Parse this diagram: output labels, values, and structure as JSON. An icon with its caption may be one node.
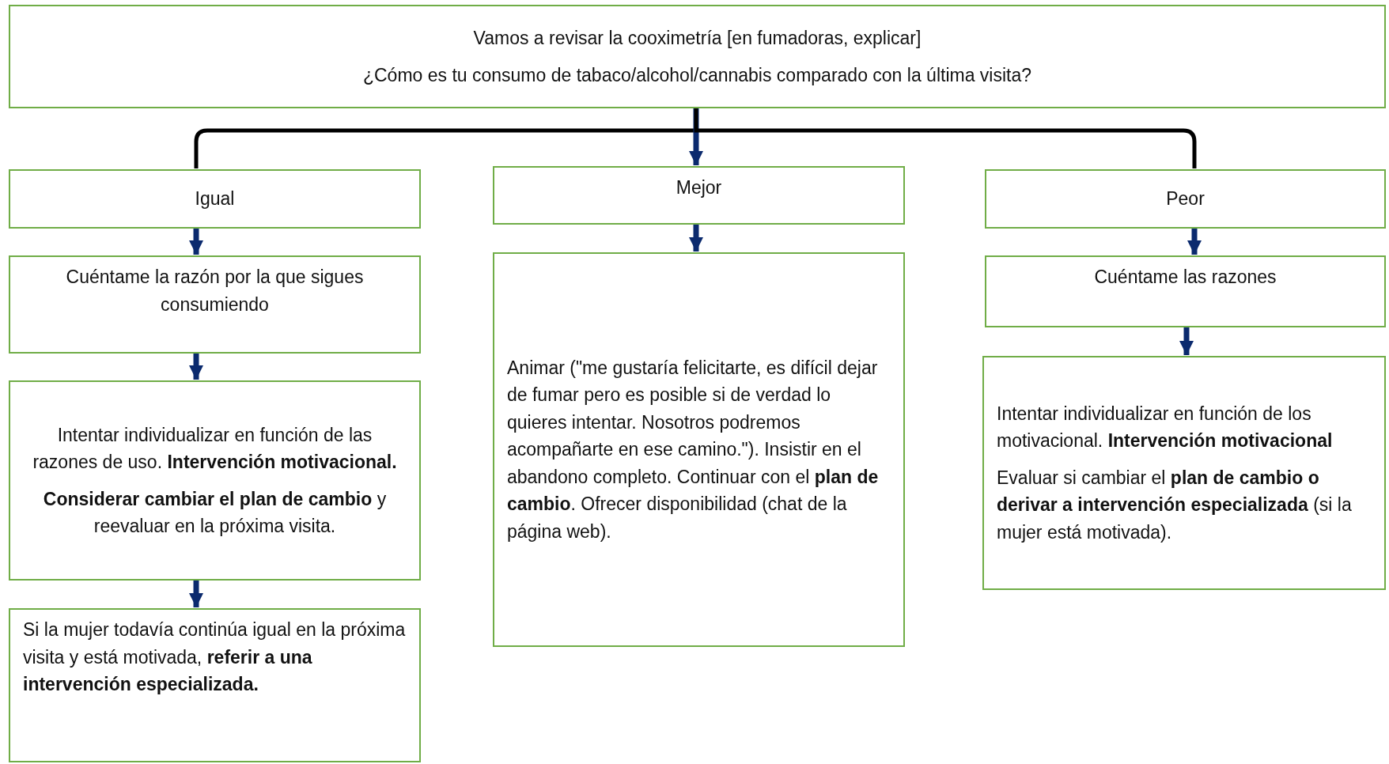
{
  "diagram": {
    "nodes": [
      {
        "text": [
          "Vamos a revisar la cooximetría [en fumadoras, explicar]",
          "¿Cómo es tu consumo de tabaco/alcohol/cannabis comparado con la última visita?"
        ]
      },
      {
        "text": [
          "Igual"
        ]
      },
      {
        "text": [
          "Mejor"
        ]
      },
      {
        "text": [
          "Peor"
        ]
      },
      {
        "text": [
          "Cuéntame la razón por la que sigues consumiendo"
        ]
      },
      {
        "text": [
          "Intentar individualizar en función de las razones de uso. **Intervención motivacional.**",
          "**Considerar cambiar el plan de cambio** y reevaluar en la próxima visita."
        ]
      },
      {
        "text": [
          "Si la mujer todavía continúa igual en la próxima visita y está motivada, **referir a una intervención especializada.**"
        ]
      },
      {
        "text": [
          "Animar (\"me gustaría felicitarte, es difícil dejar de fumar pero es posible si de verdad lo quieres intentar. Nosotros podremos acompañarte en ese camino.\"). Insistir en el abandono completo. Continuar con el **plan de cambio**. Ofrecer disponibilidad (chat de la página web)."
        ]
      },
      {
        "text": [
          "Cuéntame las razones"
        ]
      },
      {
        "text": [
          "Intentar individualizar en función de los motivacional.  **Intervención motivacional**",
          "Evaluar si cambiar el **plan de cambio o derivar a intervención especializada** (si la mujer está motivada)."
        ]
      }
    ],
    "edges": [
      {
        "from": 0,
        "to": 1,
        "arrow": "none",
        "color": "#000000"
      },
      {
        "from": 0,
        "to": 2,
        "arrow": "to"
      },
      {
        "from": 0,
        "to": 3,
        "arrow": "none",
        "color": "#000000"
      },
      {
        "from": 1,
        "to": 4,
        "arrow": "to"
      },
      {
        "from": 4,
        "to": 5,
        "arrow": "to"
      },
      {
        "from": 5,
        "to": 6,
        "arrow": "to"
      },
      {
        "from": 2,
        "to": 7,
        "arrow": "to"
      },
      {
        "from": 3,
        "to": 8,
        "arrow": "to"
      },
      {
        "from": 8,
        "to": 9,
        "arrow": "to"
      }
    ]
  }
}
